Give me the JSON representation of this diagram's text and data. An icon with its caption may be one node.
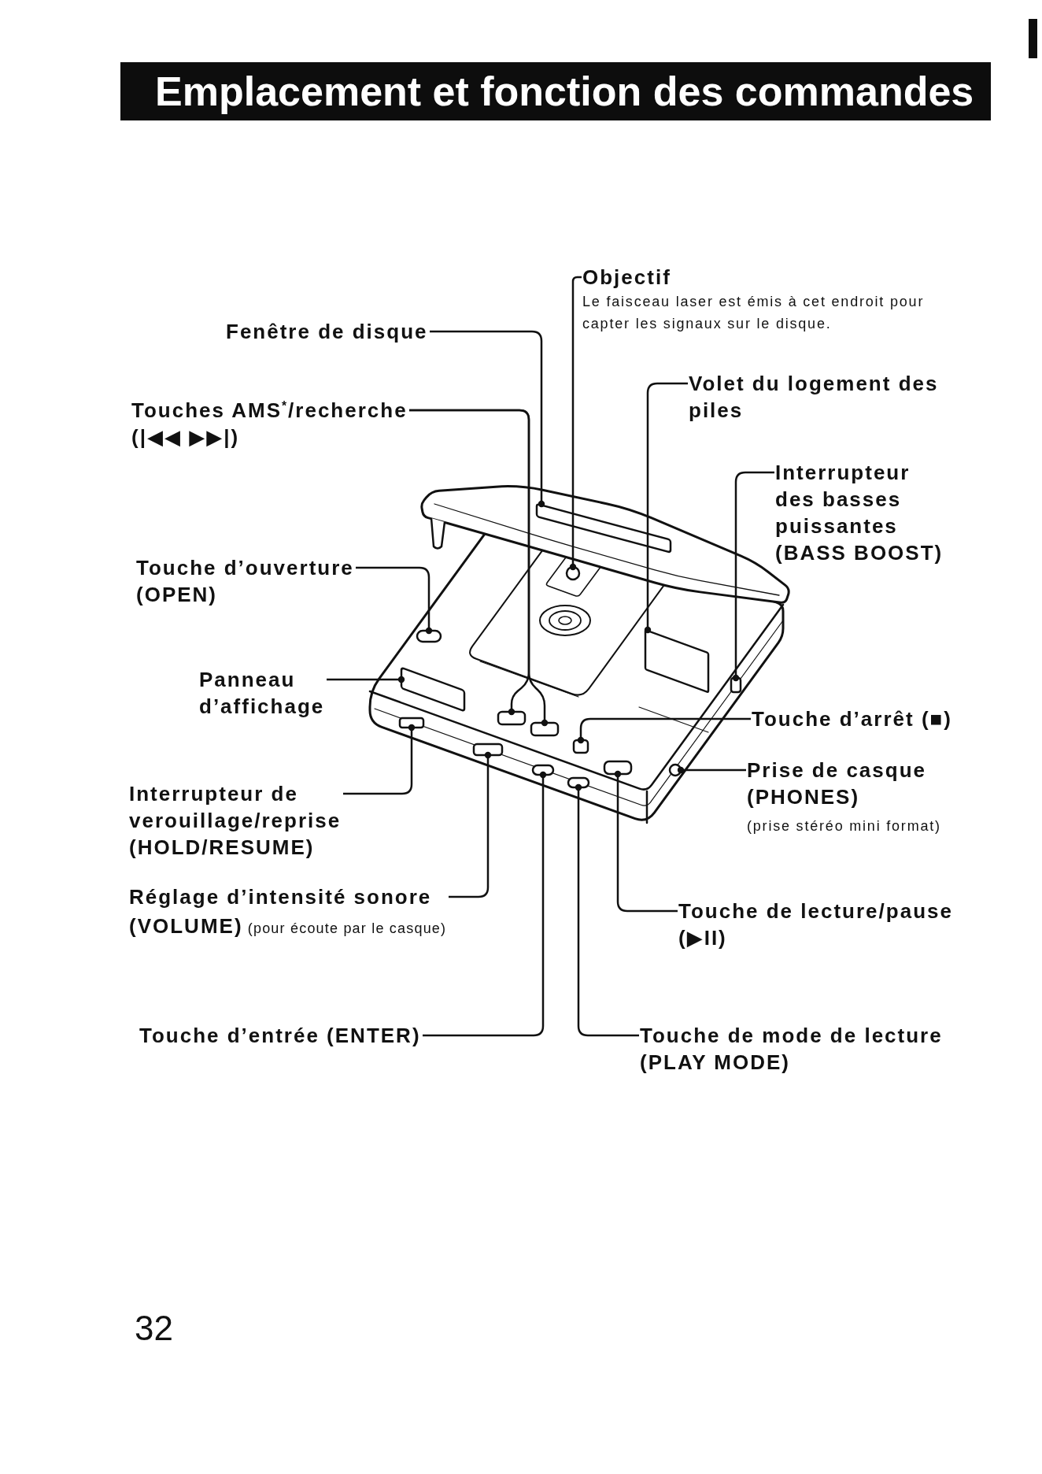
{
  "diagram": {
    "title": "Emplacement et fonction des commandes",
    "nodes": [
      {
        "text": [
          "Objectif",
          "Le faisceau laser est émis à cet endroit pour capter les signaux sur le disque."
        ]
      },
      {
        "text": [
          "Fenêtre de disque"
        ]
      },
      {
        "text": [
          "Volet du logement des piles"
        ]
      },
      {
        "text": [
          "Touches AMS$^{*}$/recherche (|◀◀ ▶▶|)"
        ]
      },
      {
        "text": [
          "Interrupteur des basses puissantes (BASS BOOST)"
        ]
      },
      {
        "text": [
          "Touche d’ouverture (OPEN)"
        ]
      },
      {
        "text": [
          "Panneau d’affichage"
        ]
      },
      {
        "text": [
          "Touche d’arrêt (■)"
        ]
      },
      {
        "text": [
          "Prise de casque (PHONES)",
          "(prise stéréo mini format)"
        ]
      },
      {
        "text": [
          "Interrupteur de verouillage/reprise (HOLD/RESUME)"
        ]
      },
      {
        "text": [
          "**Réglage d’intensité sonore (VOLUME)** (pour écoute par le casque)"
        ]
      },
      {
        "text": [
          "Touche de lecture/pause (▶II)"
        ]
      },
      {
        "text": [
          "Touche d’entrée (ENTER)"
        ]
      },
      {
        "text": [
          "Touche de mode de lecture (PLAY MODE)"
        ]
      },
      {
        "text": [],
        "shape": "box"
      },
      {
        "text": [],
        "shape": "circle"
      },
      {
        "text": [],
        "shape": "box"
      },
      {
        "text": [],
        "shape": "box"
      },
      {
        "text": [],
        "shape": "box"
      },
      {
        "text": [],
        "shape": "box"
      },
      {
        "text": [],
        "shape": "box"
      },
      {
        "text": [],
        "shape": "box"
      },
      {
        "text": [],
        "shape": "box"
      },
      {
        "text": [],
        "shape": "box"
      },
      {
        "text": [],
        "shape": "box"
      },
      {
        "text": [],
        "shape": "box"
      },
      {
        "text": [],
        "shape": "circle"
      },
      {
        "text": [],
        "shape": "box"
      },
      {
        "text": [],
        "shape": "box"
      }
    ],
    "edges": [
      {
        "from": 0,
        "to": 15,
        "arrow": "other"
      },
      {
        "from": 1,
        "to": 14,
        "arrow": "other"
      },
      {
        "from": 2,
        "to": 17,
        "arrow": "other"
      },
      {
        "from": 3,
        "to": 20,
        "arrow": "other"
      },
      {
        "from": 3,
        "to": 22,
        "arrow": "other"
      },
      {
        "from": 4,
        "to": 19,
        "arrow": "other"
      },
      {
        "from": 5,
        "to": 16,
        "arrow": "other"
      },
      {
        "from": 6,
        "to": 18,
        "arrow": "other"
      },
      {
        "from": 7,
        "to": 23,
        "arrow": "other"
      },
      {
        "from": 8,
        "to": 26,
        "arrow": "other"
      },
      {
        "from": 9,
        "to": 21,
        "arrow": "other"
      },
      {
        "from": 10,
        "to": 24,
        "arrow": "other"
      },
      {
        "from": 11,
        "to": 25,
        "arrow": "other"
      },
      {
        "from": 12,
        "to": 27,
        "arrow": "other"
      },
      {
        "from": 13,
        "to": 28,
        "arrow": "other"
      }
    ],
    "labels": [
      "32"
    ]
  }
}
